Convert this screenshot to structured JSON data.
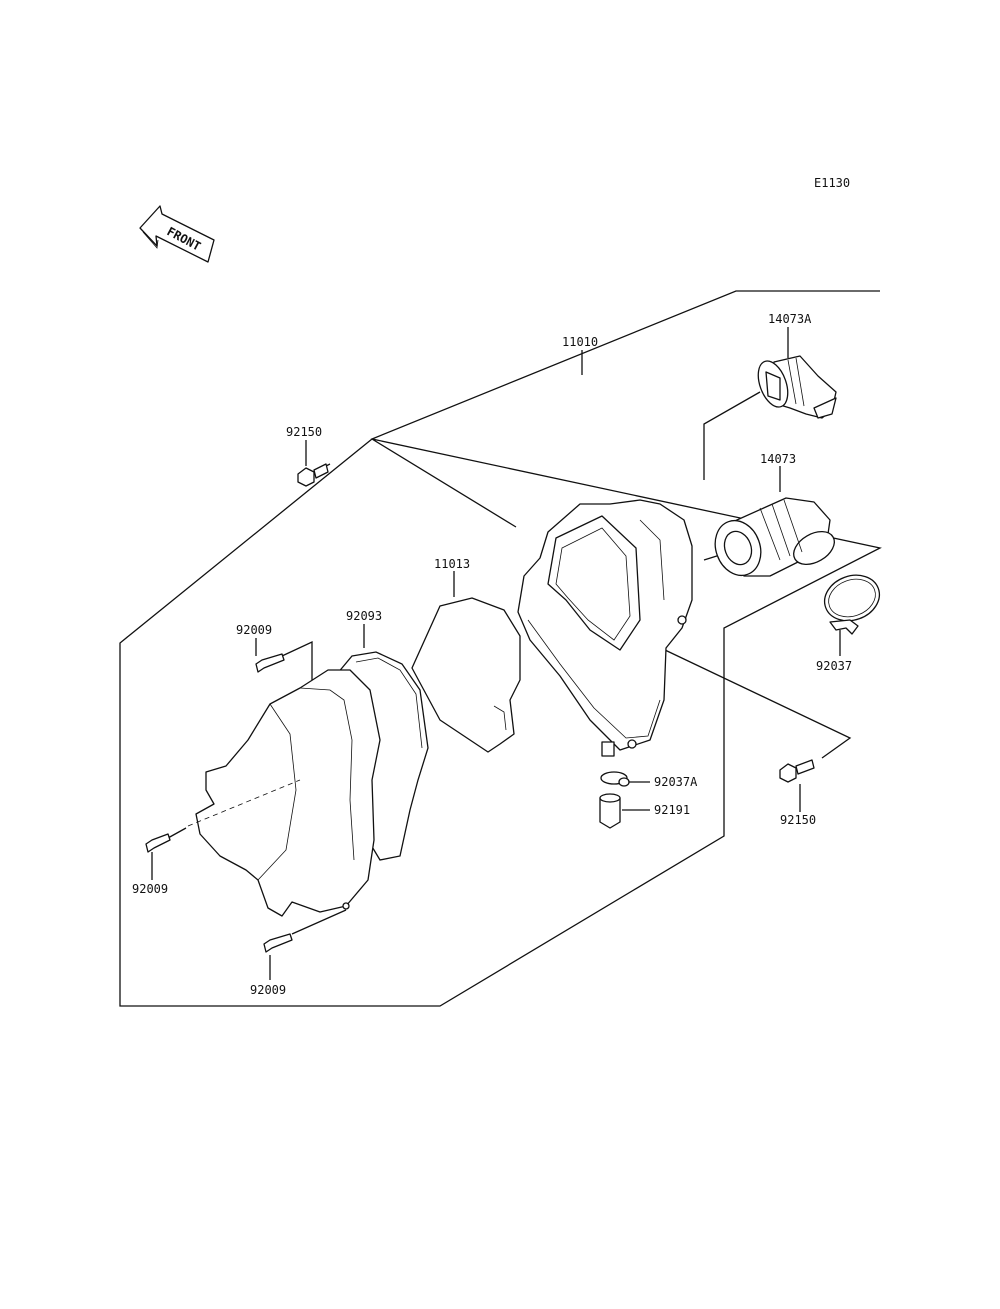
{
  "diagram_code": "E1130",
  "front_label": "FRONT",
  "parts": {
    "air_cleaner_assembly": "11010",
    "element": "11013",
    "gasket": "92093",
    "screw_upper_left": "92009",
    "screw_left": "92009",
    "screw_bottom": "92009",
    "bolt_top": "92150",
    "bolt_right": "92150",
    "duct_upper": "14073A",
    "duct": "14073",
    "clamp": "92037",
    "clamp_drain": "92037A",
    "drain_tube": "92191"
  }
}
